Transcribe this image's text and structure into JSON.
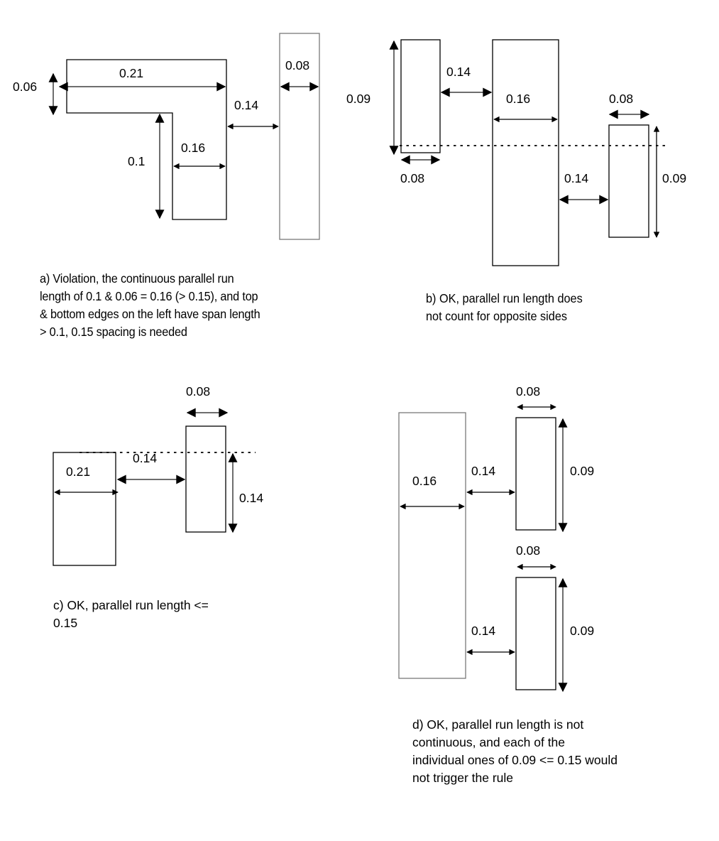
{
  "panels": {
    "a": {
      "labels": {
        "width_top": "0.21",
        "height_top": "0.06",
        "height_lower": "0.1",
        "width_lower": "0.16",
        "spacing": "0.14",
        "width_right": "0.08"
      },
      "caption": [
        "a) Violation, the continuous  parallel run",
        "length of 0.1 & 0.06 = 0.16 (> 0.15), and top",
        "& bottom edges on the left have span length",
        "> 0.1, 0.15 spacing is needed"
      ]
    },
    "b": {
      "labels": {
        "height_left": "0.09",
        "spacing_top": "0.14",
        "width_left": "0.08",
        "width_center": "0.16",
        "width_right": "0.08",
        "spacing_bottom": "0.14",
        "height_right": "0.09"
      },
      "caption": [
        "b) OK, parallel run length does",
        "not count for opposite sides"
      ]
    },
    "c": {
      "labels": {
        "width_right": "0.08",
        "width_left": "0.21",
        "spacing": "0.14",
        "height_right": "0.14"
      },
      "caption": [
        "c) OK, parallel run length <=",
        "0.15"
      ]
    },
    "d": {
      "labels": {
        "width_top_right": "0.08",
        "width_left": "0.16",
        "spacing_top": "0.14",
        "height_top_right": "0.09",
        "width_bottom_right": "0.08",
        "spacing_bottom": "0.14",
        "height_bottom_right": "0.09"
      },
      "caption": [
        "d) OK, parallel run length is not",
        "continuous, and each of the",
        "individual ones of 0.09 <= 0.15 would",
        "not trigger the rule"
      ]
    }
  }
}
